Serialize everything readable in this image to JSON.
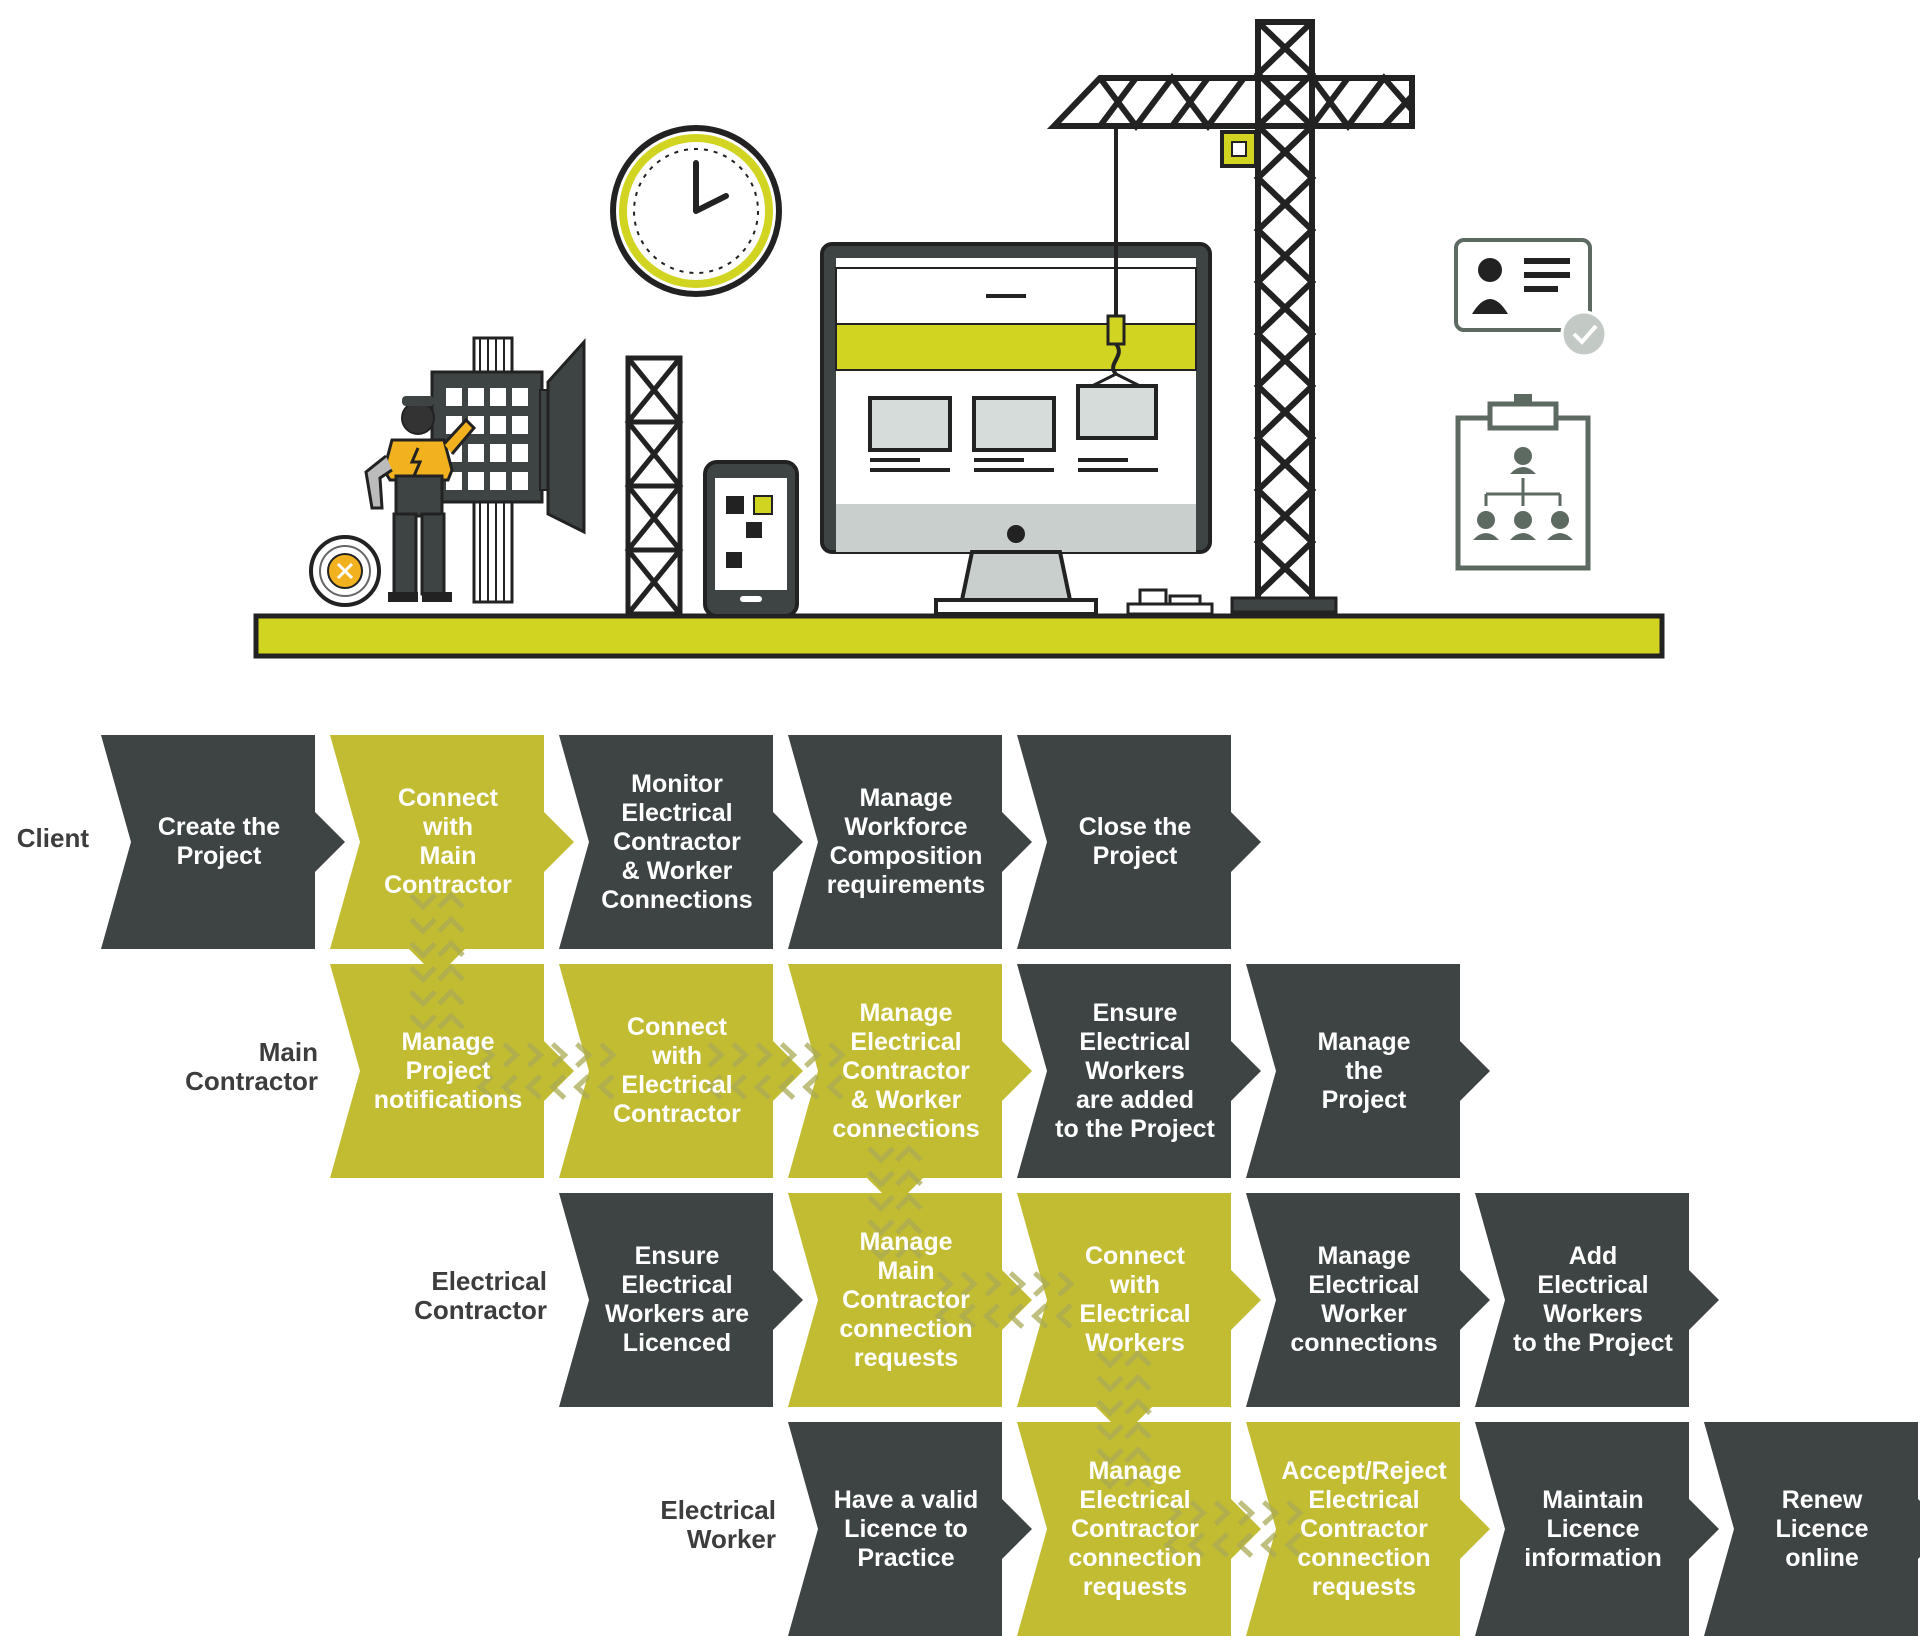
{
  "colors": {
    "dark": "#3d4443",
    "olive": "#c2bc33",
    "lime": "#d2d422",
    "outline": "#222222",
    "grey_soft": "#d6dcd9",
    "sage": "#5d6a62"
  },
  "illustration": {
    "icons": [
      "electrician-icon",
      "switchboard-icon",
      "cable-reel-icon",
      "clock-icon",
      "lattice-tower-icon",
      "phone-icon",
      "monitor-icon",
      "crane-icon",
      "licence-card-icon",
      "check-badge-icon",
      "org-chart-clipboard-icon"
    ]
  },
  "flow": {
    "rows": [
      {
        "label": "Client",
        "tiles": [
          {
            "col": 0,
            "text": "Create the\nProject",
            "tone": "dark"
          },
          {
            "col": 1,
            "text": "Connect\nwith\nMain\nContractor",
            "tone": "olive"
          },
          {
            "col": 2,
            "text": "Monitor\nElectrical\nContractor\n& Worker\nConnections",
            "tone": "dark"
          },
          {
            "col": 3,
            "text": "Manage\nWorkforce\nComposition\nrequirements",
            "tone": "dark"
          },
          {
            "col": 4,
            "text": "Close the\nProject",
            "tone": "dark"
          }
        ]
      },
      {
        "label": "Main\nContractor",
        "tiles": [
          {
            "col": 1,
            "text": "Manage\nProject\nnotifications",
            "tone": "olive"
          },
          {
            "col": 2,
            "text": "Connect\nwith\nElectrical\nContractor",
            "tone": "olive"
          },
          {
            "col": 3,
            "text": "Manage\nElectrical\nContractor\n& Worker\nconnections",
            "tone": "olive"
          },
          {
            "col": 4,
            "text": "Ensure\nElectrical\nWorkers\nare added\nto the Project",
            "tone": "dark"
          },
          {
            "col": 5,
            "text": "Manage\nthe\nProject",
            "tone": "dark"
          }
        ]
      },
      {
        "label": "Electrical\nContractor",
        "tiles": [
          {
            "col": 2,
            "text": "Ensure\nElectrical\nWorkers are\nLicenced",
            "tone": "dark"
          },
          {
            "col": 3,
            "text": "Manage\nMain\nContractor\nconnection\nrequests",
            "tone": "olive"
          },
          {
            "col": 4,
            "text": "Connect\nwith\nElectrical\nWorkers",
            "tone": "olive"
          },
          {
            "col": 5,
            "text": "Manage\nElectrical\nWorker\nconnections",
            "tone": "dark"
          },
          {
            "col": 6,
            "text": "Add\nElectrical\nWorkers\nto the Project",
            "tone": "dark"
          }
        ]
      },
      {
        "label": "Electrical\nWorker",
        "tiles": [
          {
            "col": 3,
            "text": "Have a valid\nLicence to\nPractice",
            "tone": "dark"
          },
          {
            "col": 4,
            "text": "Manage\nElectrical\nContractor\nconnection\nrequests",
            "tone": "olive"
          },
          {
            "col": 5,
            "text": "Accept/Reject\nElectrical\nContractor\nconnection\nrequests",
            "tone": "olive"
          },
          {
            "col": 6,
            "text": "Maintain\nLicence\ninformation",
            "tone": "dark"
          },
          {
            "col": 7,
            "text": "Renew\nLicence\nonline",
            "tone": "dark"
          }
        ]
      }
    ],
    "vertical_links": [
      {
        "from_row": 0,
        "to_row": 1,
        "col": 1
      },
      {
        "from_row": 1,
        "to_row": 2,
        "col": 3
      },
      {
        "from_row": 2,
        "to_row": 3,
        "col": 4
      }
    ],
    "horizontal_links": [
      {
        "row": 1,
        "from_col": 1,
        "to_col": 2
      },
      {
        "row": 1,
        "from_col": 2,
        "to_col": 3
      },
      {
        "row": 2,
        "from_col": 3,
        "to_col": 4
      },
      {
        "row": 3,
        "from_col": 4,
        "to_col": 5
      }
    ]
  }
}
